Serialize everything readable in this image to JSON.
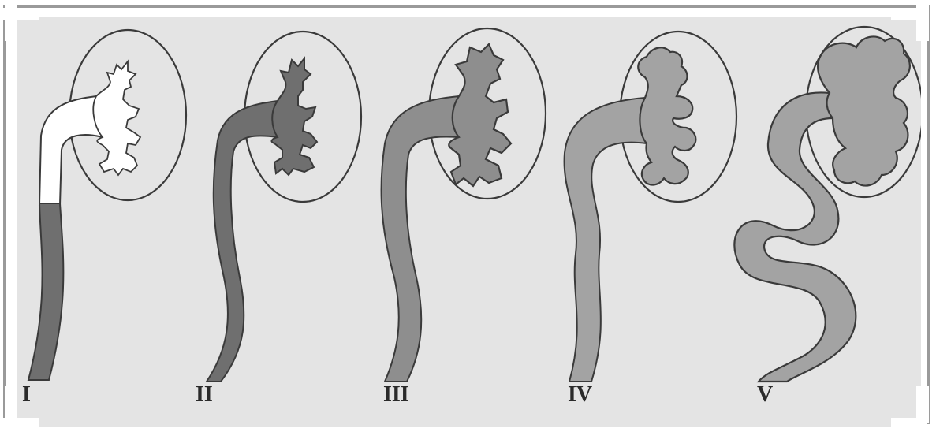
{
  "grades": [
    {
      "id": "I",
      "label": "I"
    },
    {
      "id": "II",
      "label": "II"
    },
    {
      "id": "III",
      "label": "III"
    },
    {
      "id": "IV",
      "label": "IV"
    },
    {
      "id": "V",
      "label": "V"
    }
  ],
  "colors": {
    "background": "#e4e4e4",
    "outline": "#3a3a3a",
    "fill_dark": "#6f6f6f",
    "fill_medium": "#8e8e8e",
    "fill_light": "#a3a3a3",
    "ureter_empty": "#ffffff"
  }
}
